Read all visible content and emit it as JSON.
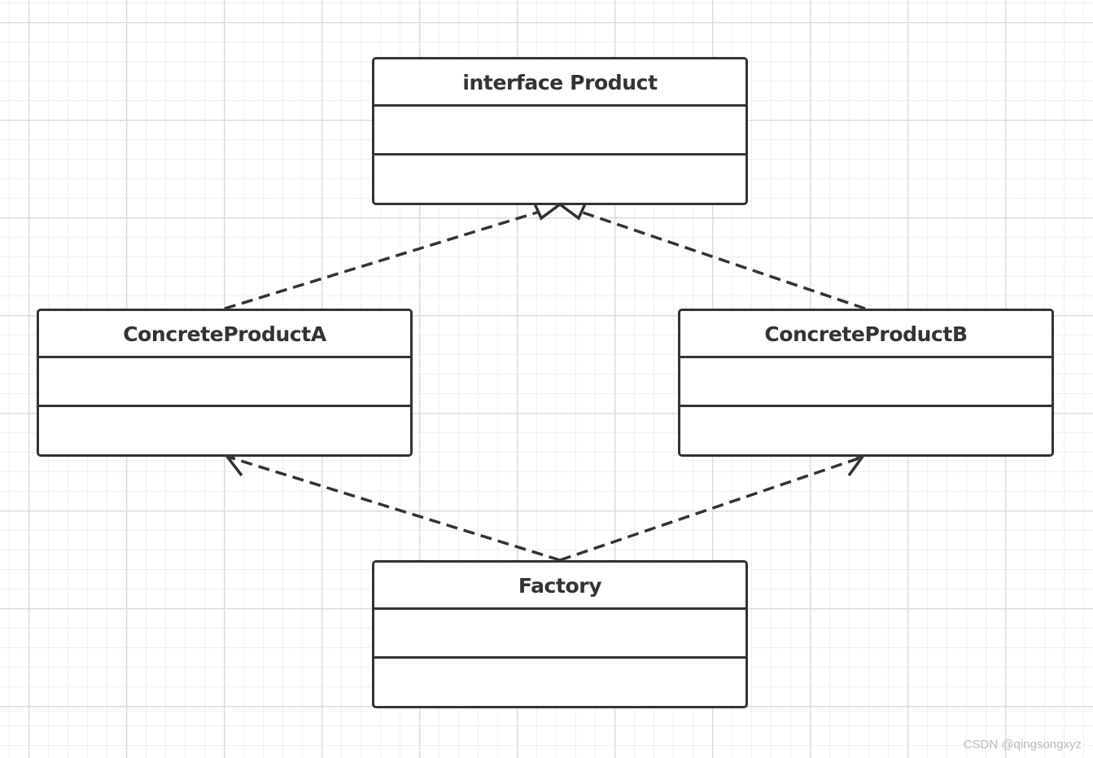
{
  "diagram": {
    "classes": [
      {
        "id": "product",
        "name": "interface Product",
        "attributes": [],
        "operations": []
      },
      {
        "id": "concreteA",
        "name": "ConcreteProductA",
        "attributes": [],
        "operations": []
      },
      {
        "id": "concreteB",
        "name": "ConcreteProductB",
        "attributes": [],
        "operations": []
      },
      {
        "id": "factory",
        "name": "Factory",
        "attributes": [],
        "operations": []
      }
    ],
    "relations": [
      {
        "type": "realization",
        "from": "ConcreteProductA",
        "to": "interface Product"
      },
      {
        "type": "realization",
        "from": "ConcreteProductB",
        "to": "interface Product"
      },
      {
        "type": "dependency",
        "from": "Factory",
        "to": "ConcreteProductA"
      },
      {
        "type": "dependency",
        "from": "Factory",
        "to": "ConcreteProductB"
      }
    ]
  },
  "colors": {
    "stroke": "#333333",
    "background": "#ffffff",
    "grid_major": "#dcdcdc",
    "grid_minor": "#efefef"
  },
  "watermark": "CSDN @qingsongxyz"
}
